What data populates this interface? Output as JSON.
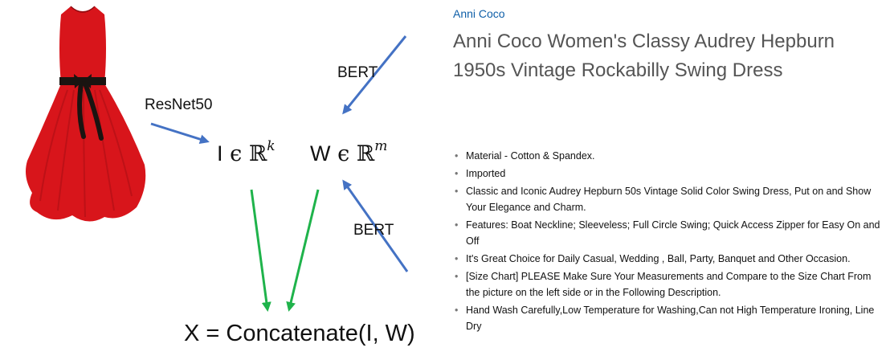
{
  "colors": {
    "arrow_blue": "#4472c4",
    "arrow_green": "#1fb34b",
    "dress_red": "#d8151b",
    "belt_black": "#1a1411",
    "brand_blue": "#0f5fa8",
    "title_gray": "#555555"
  },
  "image": {
    "subject": "red sleeveless swing dress with black bow belt"
  },
  "labels": {
    "image_model": "ResNet50",
    "text_model_top": "BERT",
    "text_model_bottom": "BERT",
    "image_vector_head": "I",
    "image_vector_rest": "ϵ ℝ",
    "image_vector_sup": "k",
    "text_vector_head": "W",
    "text_vector_rest": "ϵ ℝ",
    "text_vector_sup": "m",
    "result": "X = Concatenate(I, W)"
  },
  "product": {
    "brand": "Anni Coco",
    "title": "Anni Coco Women's Classy Audrey Hepburn 1950s Vintage Rockabilly Swing Dress",
    "bullets": [
      "Material - Cotton & Spandex.",
      "Imported",
      "Classic and Iconic Audrey Hepburn 50s Vintage Solid Color Swing Dress, Put on and Show Your Elegance and Charm.",
      "Features: Boat Neckline; Sleeveless; Full Circle Swing; Quick Access Zipper for Easy On and Off",
      "It's Great Choice for Daily Casual, Wedding , Ball, Party, Banquet and Other Occasion.",
      "[Size Chart] PLEASE Make Sure Your Measurements and Compare to the Size Chart From the picture on the left side or in the Following Description.",
      "Hand Wash Carefully,Low Temperature for Washing,Can not High Temperature Ironing, Line Dry"
    ]
  }
}
